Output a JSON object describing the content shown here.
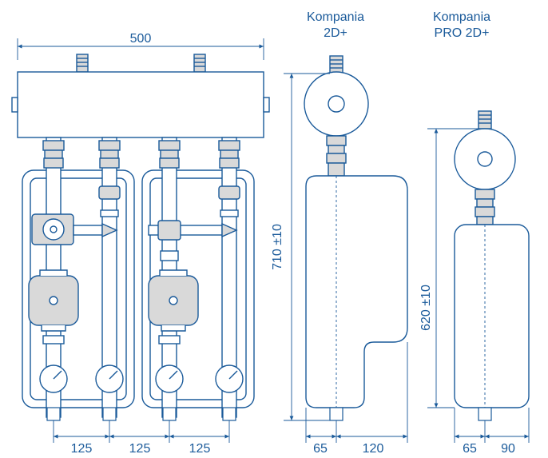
{
  "dimensions": {
    "width_total": "500",
    "spacing_1": "125",
    "spacing_2": "125",
    "spacing_3": "125",
    "height_2d": "710 ±10",
    "depth_2d_a": "65",
    "depth_2d_b": "120",
    "height_pro": "620 ±10",
    "depth_pro_a": "65",
    "depth_pro_b": "90"
  },
  "models": {
    "model_2d_line1": "Kompania",
    "model_2d_line2": "2D+",
    "model_pro_line1": "Kompania",
    "model_pro_line2": "PRO 2D+"
  },
  "colors": {
    "line": "#1a5a9a",
    "fill": "#d9d9d9",
    "background": "#ffffff"
  }
}
